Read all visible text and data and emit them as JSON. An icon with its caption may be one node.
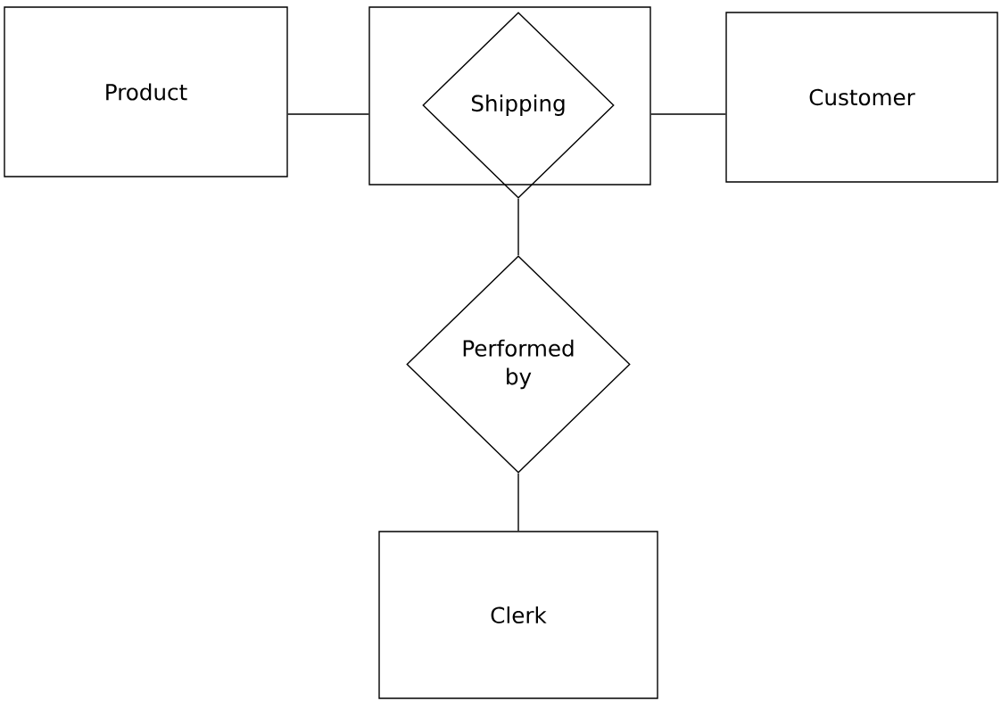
{
  "diagram": {
    "nodes": [
      {
        "text": [
          "Product"
        ]
      },
      {
        "text": [],
        "shape": "box"
      },
      {
        "text": [
          "Shipping"
        ],
        "in": 1
      },
      {
        "text": [
          "Customer"
        ]
      },
      {
        "text": [
          "Performed by"
        ]
      },
      {
        "text": [
          "Clerk"
        ]
      }
    ],
    "edges": [
      {
        "from": 0,
        "to": 1,
        "arrow": "none"
      },
      {
        "from": 1,
        "to": 3,
        "arrow": "none"
      },
      {
        "from": 2,
        "to": 4,
        "arrow": "none"
      },
      {
        "from": 4,
        "to": 5,
        "arrow": "none"
      }
    ]
  }
}
